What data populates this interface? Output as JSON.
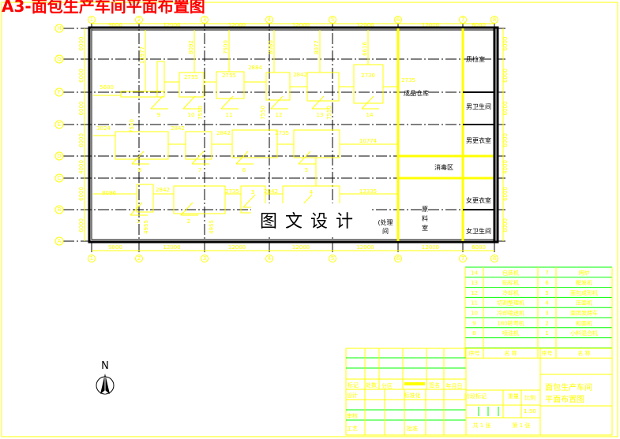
{
  "title": "A3-面包生产车间平面布置图",
  "watermark": "图文设计",
  "north": "N",
  "grid": {
    "columns": [
      "1",
      "2",
      "3",
      "4",
      "5",
      "6",
      "7",
      "8"
    ],
    "rows": [
      "A",
      "B",
      "C",
      "D",
      "E",
      "F",
      "G",
      "H"
    ]
  },
  "dimensions": {
    "horizontal": [
      "9000",
      "12000",
      "12000",
      "12000",
      "12000",
      "12000",
      "6000"
    ],
    "vertical": [
      "6000",
      "6000",
      "4000",
      "6000",
      "6000",
      "6000",
      "6000"
    ],
    "right": [
      "6000",
      "6000",
      "6000",
      "6000",
      "4000",
      "6000",
      "6000"
    ]
  },
  "rooms": {
    "finished_storage": "成品仓库",
    "qc": "质检室",
    "men_wc": "男卫生间",
    "men_locker": "男更衣室",
    "disinfection": "消毒区",
    "women_locker": "女更衣室",
    "women_wc": "女卫生间",
    "raw_material": [
      "原",
      "料",
      "室"
    ],
    "processing": [
      "(处理",
      "间"
    ]
  },
  "equipment_labels": [
    "1",
    "2",
    "3",
    "4",
    "5",
    "6",
    "7",
    "8",
    "9",
    "10",
    "11",
    "12",
    "13",
    "14"
  ],
  "plan_dims": {
    "row1": [
      "5600",
      "11977",
      "8092",
      "7500",
      "8080",
      "8077",
      "6616",
      "2755",
      "2755",
      "2884",
      "2842",
      "2730",
      "2735",
      "7550",
      "7550",
      "7550",
      "7550"
    ],
    "row2": [
      "3024",
      "2842",
      "2842",
      "2735",
      "10774"
    ],
    "row3": [
      "8096",
      "2842",
      "2735",
      "2842",
      "12335",
      "4955",
      "4955"
    ]
  },
  "legend": {
    "rows": [
      {
        "no": "14",
        "name": "包装机",
        "no2": "7",
        "name2": "烤炉"
      },
      {
        "no": "13",
        "name": "贴标机",
        "no2": "6",
        "name2": "醒发机"
      },
      {
        "no": "12",
        "name": "冷却机",
        "no2": "5",
        "name2": "面包成形机"
      },
      {
        "no": "11",
        "name": "切割整理机",
        "no2": "4",
        "name2": "压面机"
      },
      {
        "no": "10",
        "name": "冷却输送机",
        "no2": "3",
        "name2": "面团发酵车"
      },
      {
        "no": "9",
        "name": "180转弯机",
        "no2": "2",
        "name2": "和面机"
      },
      {
        "no": "8",
        "name": "喷油机",
        "no2": "1",
        "name2": "小料混合机"
      }
    ],
    "header": {
      "no": "序号",
      "name": "名 称",
      "no2": "序号",
      "name2": "名 称"
    }
  },
  "title_block": {
    "mark": "标记",
    "count": "处数",
    "zone": "分区",
    "sign": "签名",
    "date": "年月日",
    "design": "设计",
    "standard": "标准化",
    "review": "审核",
    "process": "工艺",
    "approve": "批准",
    "stage": "阶段标记",
    "weight": "重量",
    "scale_label": "比例",
    "scale": "1:50",
    "sheets_total": "共 1 张",
    "sheet_no": "第 1 张",
    "drawing_name": [
      "面包生产车间",
      "平面布置图"
    ]
  },
  "colors": {
    "title": "#ff0000",
    "lines": "#ffff00",
    "table_rules": "#00ff00",
    "walls": "#000000"
  }
}
